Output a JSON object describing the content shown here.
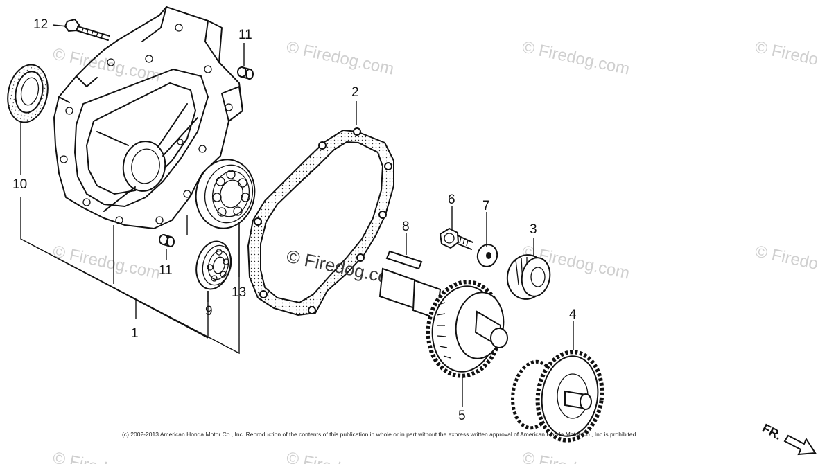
{
  "callouts": {
    "p1": "1",
    "p2": "2",
    "p3": "3",
    "p4": "4",
    "p5": "5",
    "p6": "6",
    "p7": "7",
    "p8": "8",
    "p9": "9",
    "p10": "10",
    "p11a": "11",
    "p11b": "11",
    "p12": "12",
    "p13": "13"
  },
  "watermark": {
    "brand": "© Firedog.com",
    "partial": "© Firedo"
  },
  "copyright": "(c) 2002-2013 American Honda Motor Co., Inc. Reproduction of the contents of this publication in whole or in part without the express written approval of American Honda Motor Co., Inc is prohibited.",
  "direction_label": "FR."
}
